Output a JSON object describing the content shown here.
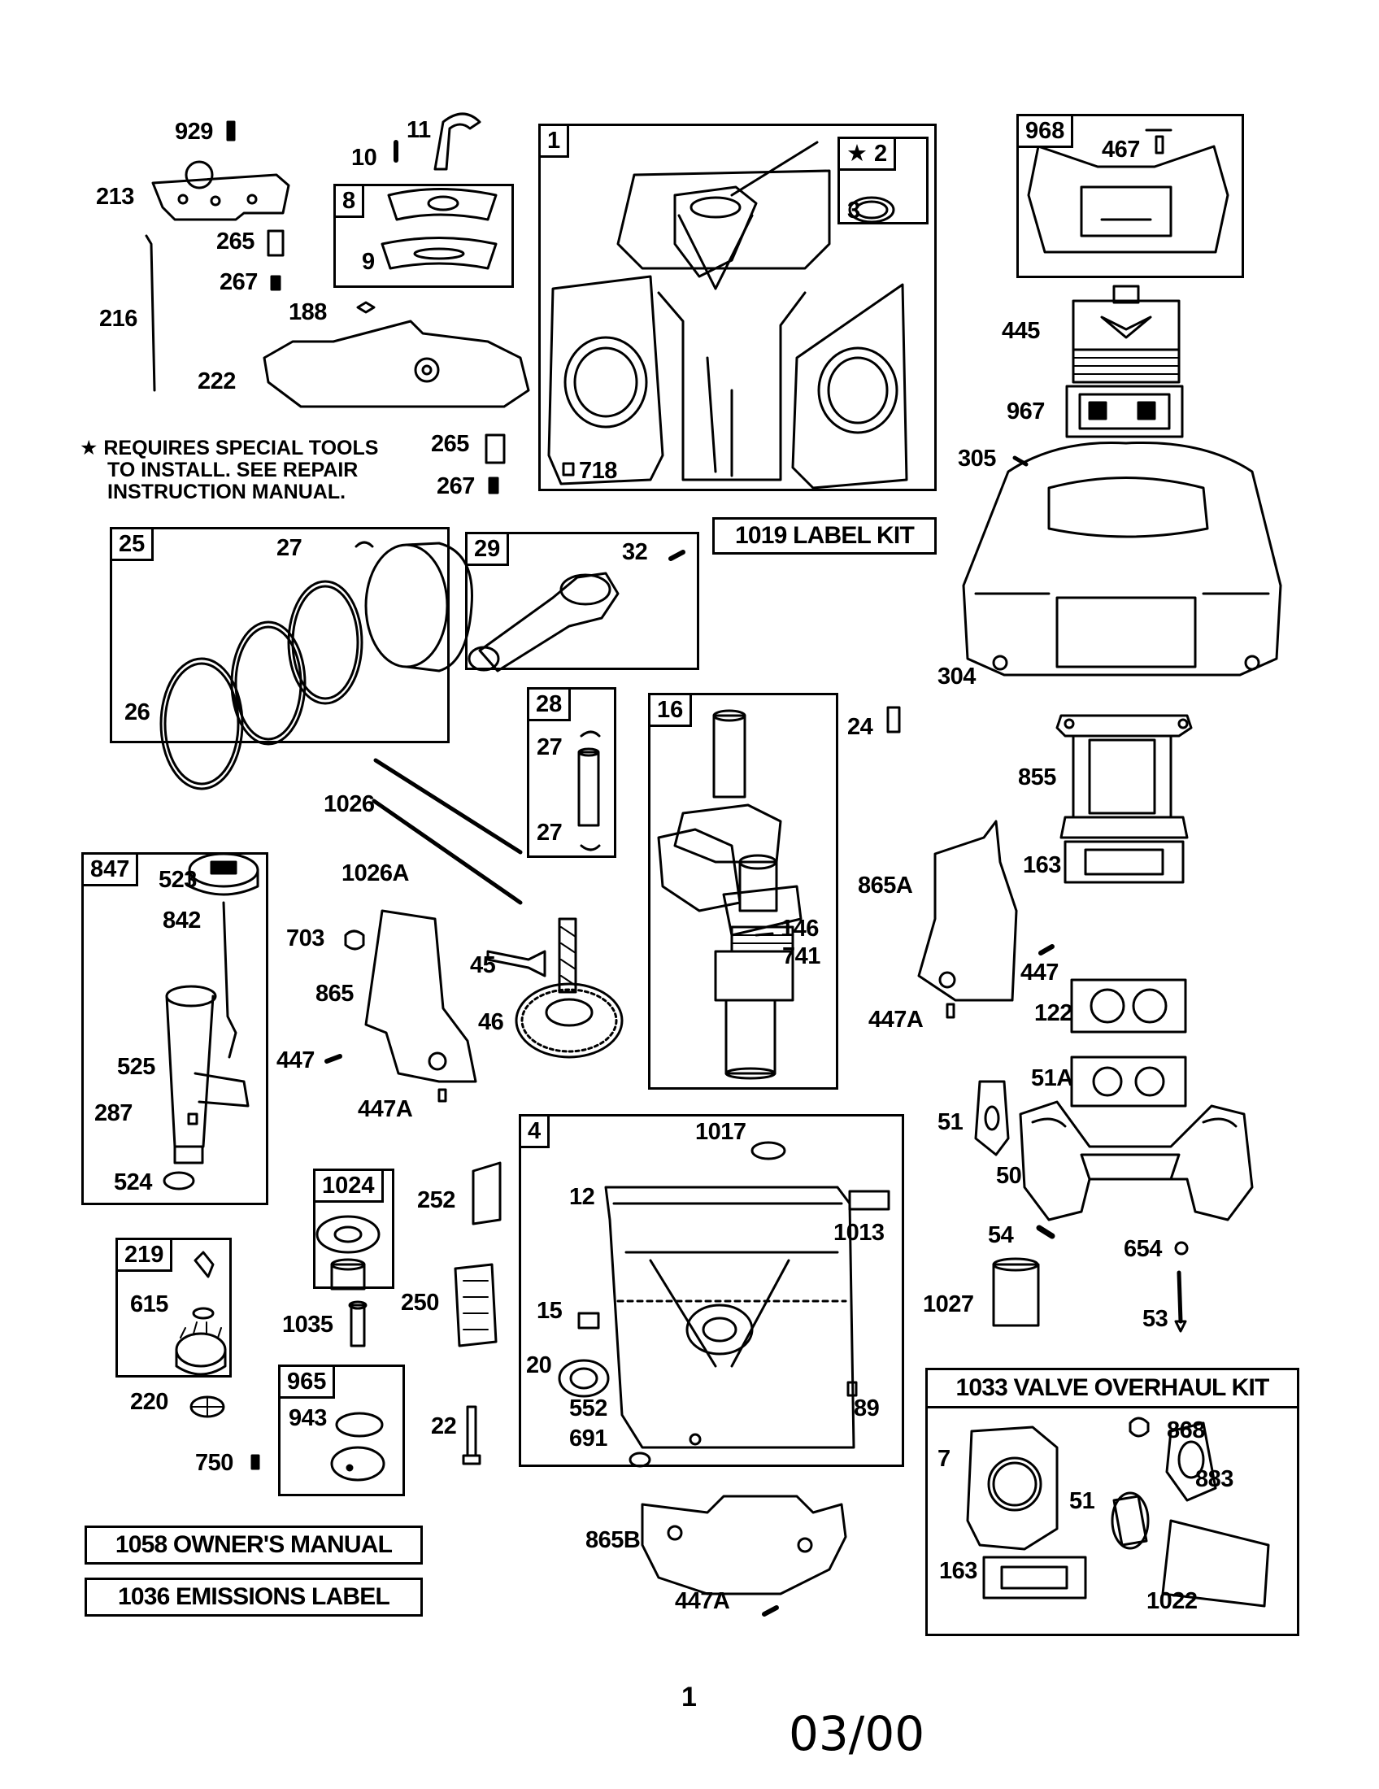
{
  "page": {
    "page_number": "1",
    "date_code": "03/00"
  },
  "note": {
    "star": "★",
    "lines": [
      "REQUIRES SPECIAL TOOLS",
      "TO INSTALL.  SEE REPAIR",
      "INSTRUCTION MANUAL."
    ]
  },
  "boxes": {
    "b1": "1",
    "b2": "★ 2",
    "b968": "968",
    "b8": "8",
    "b25": "25",
    "b29": "29",
    "b28": "28",
    "b16": "16",
    "b847": "847",
    "b1024": "1024",
    "b219": "219",
    "b965": "965",
    "b4": "4"
  },
  "banners": {
    "label_kit": "1019 LABEL KIT",
    "valve_kit": "1033 VALVE OVERHAUL KIT",
    "owners_manual": "1058 OWNER'S MANUAL",
    "emissions_label": "1036 EMISSIONS LABEL"
  },
  "labels": {
    "p929": "929",
    "p213": "213",
    "p265a": "265",
    "p267a": "267",
    "p216": "216",
    "p188": "188",
    "p222": "222",
    "p10": "10",
    "p11": "11",
    "p9": "9",
    "p3": "3",
    "p718": "718",
    "p467": "467",
    "p445": "445",
    "p967": "967",
    "p305": "305",
    "p304": "304",
    "p265b": "265",
    "p267b": "267",
    "p27a": "27",
    "p26": "26",
    "p32": "32",
    "p27b": "27",
    "p27c": "27",
    "p24": "24",
    "p855": "855",
    "p163a": "163",
    "p1026": "1026",
    "p1026a": "1026A",
    "p523": "523",
    "p842": "842",
    "p525": "525",
    "p287": "287",
    "p524": "524",
    "p703": "703",
    "p865": "865",
    "p45": "45",
    "p46": "46",
    "p447a": "447",
    "p447aa": "447A",
    "p146": "146",
    "p741": "741",
    "p865a": "865A",
    "p447b": "447",
    "p447ab": "447A",
    "p122": "122",
    "p51a": "51A",
    "p51": "51",
    "p50": "50",
    "p54": "54",
    "p654": "654",
    "p53": "53",
    "p1027": "1027",
    "p1017": "1017",
    "p12": "12",
    "p1013": "1013",
    "p15": "15",
    "p20": "20",
    "p552": "552",
    "p691": "691",
    "p89": "89",
    "p252": "252",
    "p250": "250",
    "p1035": "1035",
    "p615": "615",
    "p220": "220",
    "p750": "750",
    "p943": "943",
    "p22": "22",
    "p865b": "865B",
    "p447ac": "447A",
    "p7": "7",
    "p868": "868",
    "p883": "883",
    "p51b": "51",
    "p163b": "163",
    "p1022": "1022"
  }
}
